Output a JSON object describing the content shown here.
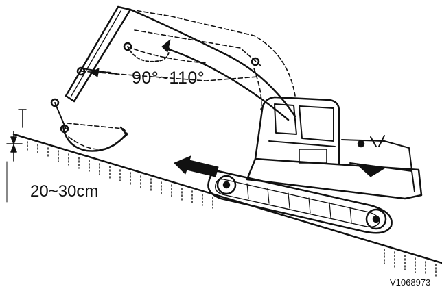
{
  "labels": {
    "angle_range": "90°~110°",
    "lip_offset": "20~30cm",
    "figure_code": "V1068973"
  },
  "colors": {
    "ink": "#111111",
    "paper": "#ffffff"
  },
  "icons": {
    "direction": "arrow-left-icon",
    "machine": "excavator-icon"
  }
}
